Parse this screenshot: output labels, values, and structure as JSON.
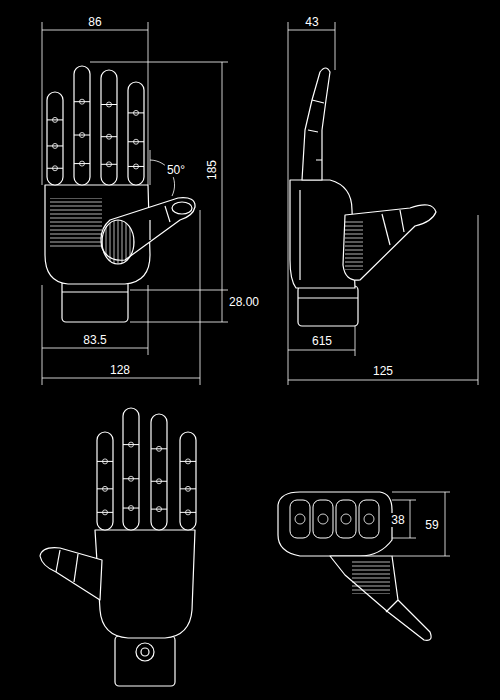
{
  "diagram": {
    "labels": [
      "86",
      "50°",
      "185",
      "28.00",
      "83.5",
      "128",
      "43",
      "615",
      "125",
      "38",
      "59"
    ]
  }
}
